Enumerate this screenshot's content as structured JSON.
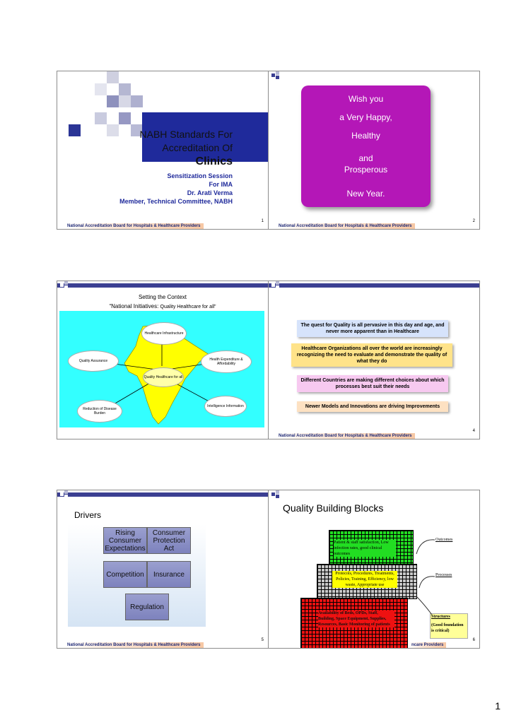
{
  "footer_text": "National Accreditation Board for Hospitals & Healthcare Providers",
  "slide1": {
    "line1": "NABH Standards For",
    "line2": "Accreditation Of",
    "line3": "Clinics",
    "sub1": "Sensitization Session",
    "sub2": "For IMA",
    "sub3": "Dr. Arati Verma",
    "sub4": "Member, Technical Committee, NABH",
    "num": "1"
  },
  "slide2": {
    "lines": [
      "Wish you",
      "a Very Happy,",
      "Healthy",
      "and",
      "Prosperous",
      "New Year."
    ],
    "num": "2"
  },
  "slide3": {
    "title": "Setting the Context",
    "subtitle_main": "“National Initiatives:",
    "subtitle_small": "Quality Healthcare for all”",
    "center": "Quality Healthcare for all",
    "ovals": [
      "Healthcare Infrastructure",
      "Health Expenditure & Affordability",
      "Quality Assurance",
      "Intelligence Information",
      "Reduction of Disease Burden"
    ]
  },
  "slide4": {
    "boxes": [
      "The quest for Quality is all pervasive in this day and age, and never more apparent than in Healthcare",
      "Healthcare Organizations all over the world are increasingly recognizing the need to evaluate and demonstrate the quality of what they do",
      "Different Countries are making different choices about which processes best suit their needs",
      "Newer Models and Innovations are driving Improvements"
    ],
    "num": "4"
  },
  "slide5": {
    "title": "Drivers",
    "boxes": [
      "Rising Consumer Expectations",
      "Consumer Protection Act",
      "Competition",
      "Insurance",
      "Regulation"
    ],
    "num": "5"
  },
  "slide6": {
    "title": "Quality Building Blocks",
    "top": "Patient & staff satisfaction, Low infection rates, good clinical outcomes",
    "middle": "Protocols, Procedures, Treatments, Policies, Training, Efficiency, low waste, Appropriate use",
    "bottom": "Availability of Beds, OPDs, Staff, Building, Space Equipment, Supplies, Resources, Basic Monitoring of patients",
    "outcomes": "Outcomes",
    "processes": "Processes",
    "structures": "Structures",
    "structures_note": "(Good foundation is critical)",
    "footer_partial": "ncare Providers",
    "num": "6"
  },
  "page_number": "1",
  "colors": {
    "accent": "#1f2a9b",
    "wish": "#b417b7",
    "map_bg": "#33ffff",
    "india": "#ffff00"
  }
}
